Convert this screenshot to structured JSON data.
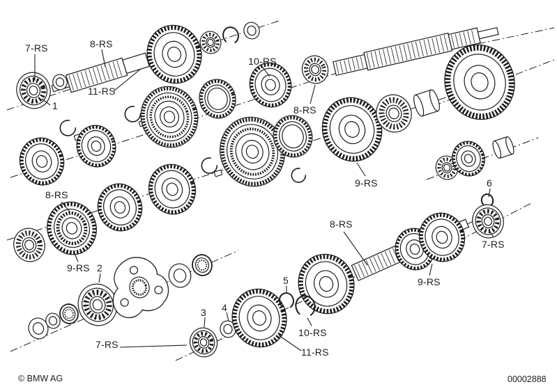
{
  "colors": {
    "ink": "#1c1c1c",
    "background": "#ffffff"
  },
  "callouts": {
    "c01": {
      "text": "7-RS"
    },
    "c02": {
      "text": "1"
    },
    "c03": {
      "text": "8-RS"
    },
    "c04": {
      "text": "11-RS"
    },
    "c05": {
      "text": "10-RS"
    },
    "c06": {
      "text": "8-RS"
    },
    "c07": {
      "text": "9-RS"
    },
    "c08": {
      "text": "8-RS"
    },
    "c09": {
      "text": "9-RS"
    },
    "c10": {
      "text": "2"
    },
    "c11": {
      "text": "6"
    },
    "c12": {
      "text": "7-RS"
    },
    "c13": {
      "text": "8-RS"
    },
    "c14": {
      "text": "9-RS"
    },
    "c15": {
      "text": "5"
    },
    "c16": {
      "text": "3"
    },
    "c17": {
      "text": "4"
    },
    "c18": {
      "text": "10-RS"
    },
    "c19": {
      "text": "7-RS"
    },
    "c20": {
      "text": "11-RS"
    }
  },
  "footer": {
    "copyright": "© BMW AG",
    "document_number": "00002888"
  }
}
